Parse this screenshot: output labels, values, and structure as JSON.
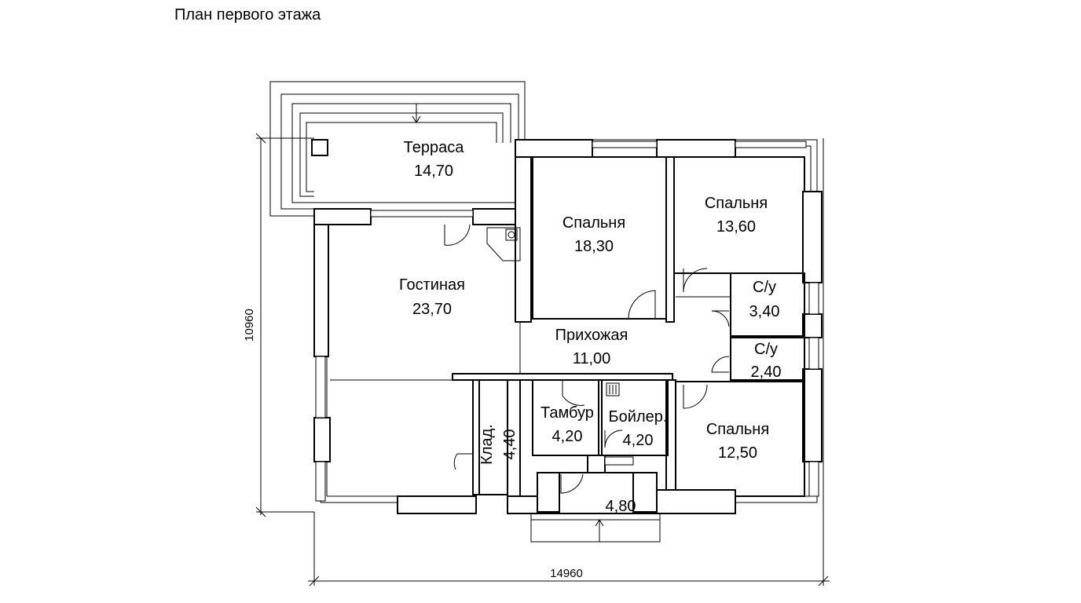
{
  "title": "План первого этажа",
  "dimensions": {
    "width": "14960",
    "height": "10960"
  },
  "rooms": [
    {
      "name": "Терраса",
      "area": "14,70"
    },
    {
      "name": "Гостиная",
      "area": "23,70"
    },
    {
      "name": "Спальня",
      "area": "18,30"
    },
    {
      "name": "Спальня",
      "area": "13,60"
    },
    {
      "name": "С/у",
      "area": "3,40"
    },
    {
      "name": "Прихожая",
      "area": "11,00"
    },
    {
      "name": "С/у",
      "area": "2,40"
    },
    {
      "name": "Тамбур",
      "area": "4,20"
    },
    {
      "name": "Бойлер.",
      "area": "4,20"
    },
    {
      "name": "Спальня",
      "area": "12,50"
    },
    {
      "name": "Клад.",
      "area": "4,40"
    },
    {
      "name": "",
      "area": "4,80"
    }
  ]
}
